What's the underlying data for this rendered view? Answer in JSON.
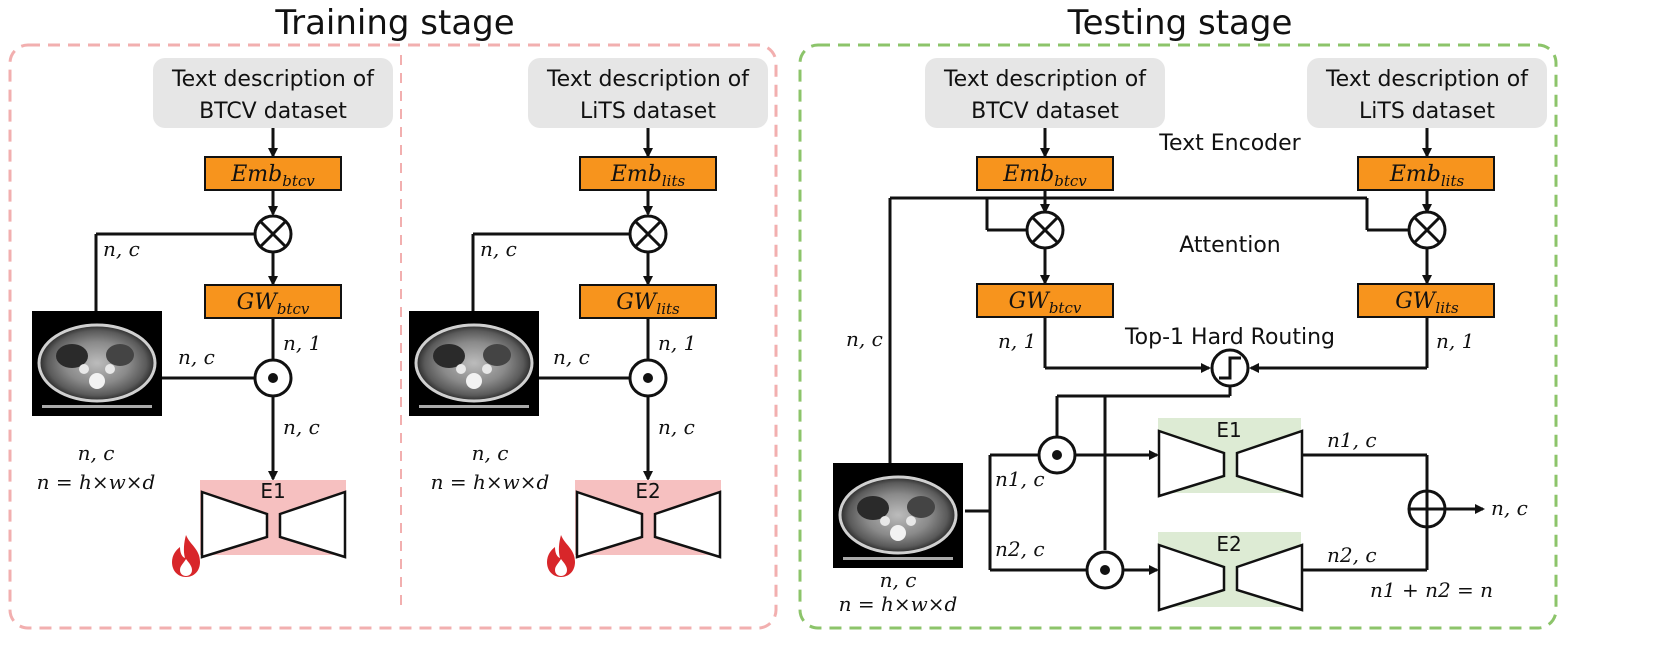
{
  "training": {
    "title": "Training stage",
    "left": {
      "text_box": [
        "Text description of",
        "BTCV dataset"
      ],
      "emb": {
        "base": "Emb",
        "sub": "btcv"
      },
      "gw": {
        "base": "GW",
        "sub": "btcv"
      },
      "label_nc_top": "n, c",
      "label_nc_img": "n, c",
      "label_n1": "n, 1",
      "label_nc_down": "n, c",
      "label_nc_bottom": "n, c",
      "label_formula": "n = h×w×d",
      "encoder": "E1"
    },
    "right": {
      "text_box": [
        "Text description of",
        "LiTS dataset"
      ],
      "emb": {
        "base": "Emb",
        "sub": "lits"
      },
      "gw": {
        "base": "GW",
        "sub": "lits"
      },
      "label_nc_top": "n, c",
      "label_nc_img": "n, c",
      "label_n1": "n, 1",
      "label_nc_down": "n, c",
      "label_nc_bottom": "n, c",
      "label_formula": "n = h×w×d",
      "encoder": "E2"
    }
  },
  "testing": {
    "title": "Testing stage",
    "text_box_btcv": [
      "Text description of",
      "BTCV dataset"
    ],
    "text_box_lits": [
      "Text description of",
      "LiTS dataset"
    ],
    "text_encoder_label": "Text Encoder",
    "attention_label": "Attention",
    "routing_label": "Top-1 Hard Routing",
    "emb_btcv": {
      "base": "Emb",
      "sub": "btcv"
    },
    "emb_lits": {
      "base": "Emb",
      "sub": "lits"
    },
    "gw_btcv": {
      "base": "GW",
      "sub": "btcv"
    },
    "gw_lits": {
      "base": "GW",
      "sub": "lits"
    },
    "label_nc_left": "n, c",
    "label_n1_left": "n, 1",
    "label_n1_right": "n, 1",
    "label_n1c": "n1, c",
    "label_n2c": "n2, c",
    "label_n1c_out": "n1, c",
    "label_n2c_out": "n2, c",
    "label_out": "n, c",
    "label_sum": "n1 + n2 = n",
    "label_nc_bottom": "n, c",
    "label_formula": "n = h×w×d",
    "encoder1": "E1",
    "encoder2": "E2"
  },
  "colors": {
    "training_border": "#F2AFAF",
    "testing_border": "#8CC46A",
    "emb_fill": "#F7941D",
    "text_box_fill": "#E6E6E6",
    "encoder_train_fill": "#F6C0C0",
    "encoder_test_fill": "#DDEBD4",
    "fire": "#D8262A"
  },
  "icons": [
    "multiply-circle-icon",
    "dot-circle-icon",
    "plus-circle-icon",
    "step-function-icon",
    "fire-icon",
    "ct-scan-image"
  ]
}
